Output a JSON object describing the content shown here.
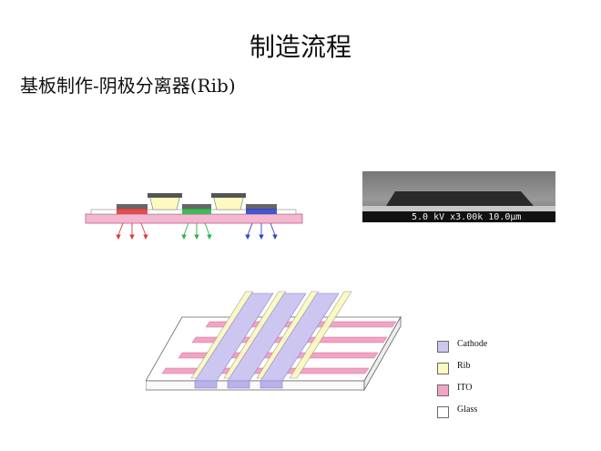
{
  "page": {
    "title": "制造流程",
    "subtitle": "基板制作-阴极分离器(Rib)"
  },
  "sem": {
    "caption": "5.0 kV x3.00k 10.0µm"
  },
  "legend": {
    "items": [
      {
        "label": "Cathode",
        "color": "#ccc6f0"
      },
      {
        "label": "Rib",
        "color": "#fbfac0"
      },
      {
        "label": "ITO",
        "color": "#f1a4c4"
      },
      {
        "label": "Glass",
        "color": "#ffffff"
      }
    ]
  },
  "colors": {
    "glass": "#f3b8d0",
    "ito": "#ea8fb7",
    "rib": "#fbfac0",
    "cathode": "#ccc6f0",
    "cathode_dark": "#b9b2ea",
    "dark_layer": "#555555",
    "red": "#e23b3b",
    "green": "#2db34a",
    "blue": "#3344cc"
  }
}
